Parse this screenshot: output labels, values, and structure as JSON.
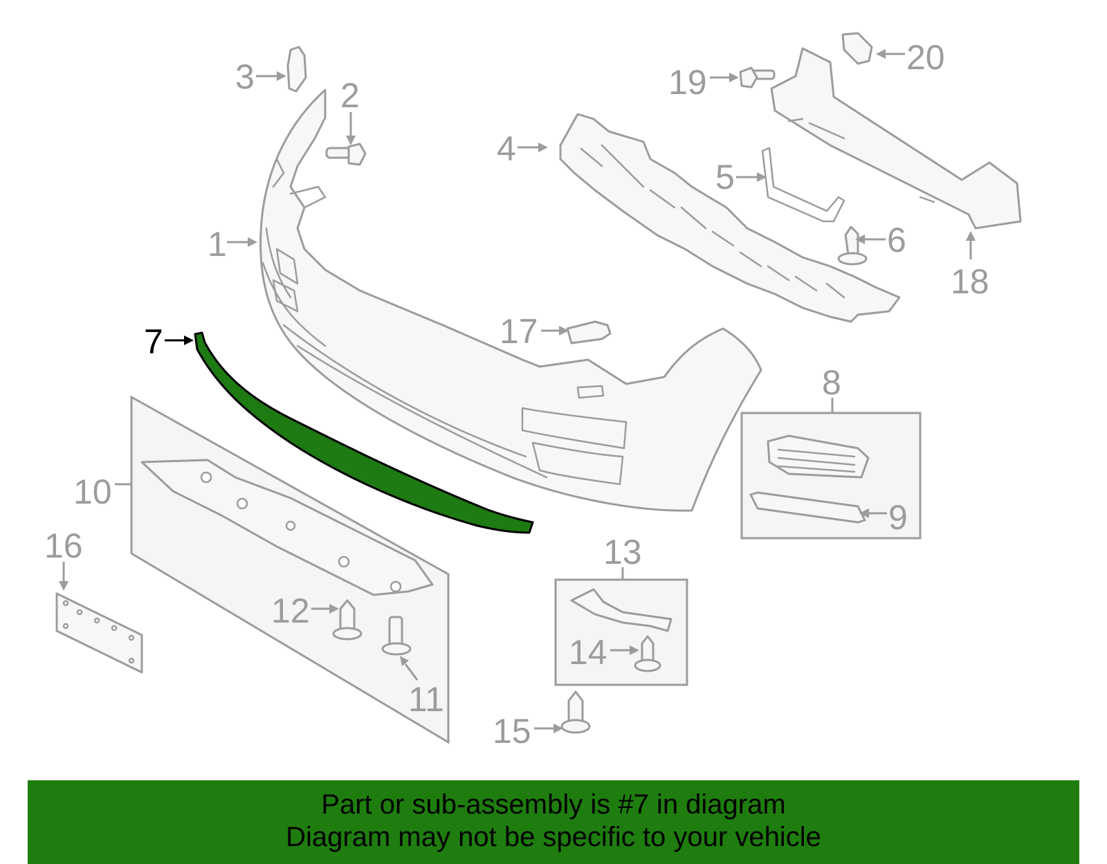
{
  "callouts": {
    "c1": "1",
    "c2": "2",
    "c3": "3",
    "c4": "4",
    "c5": "5",
    "c6": "6",
    "c7": "7",
    "c8": "8",
    "c9": "9",
    "c10": "10",
    "c11": "11",
    "c12": "12",
    "c13": "13",
    "c14": "14",
    "c15": "15",
    "c16": "16",
    "c17": "17",
    "c18": "18",
    "c19": "19",
    "c20": "20"
  },
  "highlight": {
    "part_number": "7",
    "color": "#1e7a12"
  },
  "banner": {
    "line1": "Part or sub-assembly is #7 in diagram",
    "line2": "Diagram may not be specific to your vehicle",
    "background": "#1e7d0e"
  }
}
